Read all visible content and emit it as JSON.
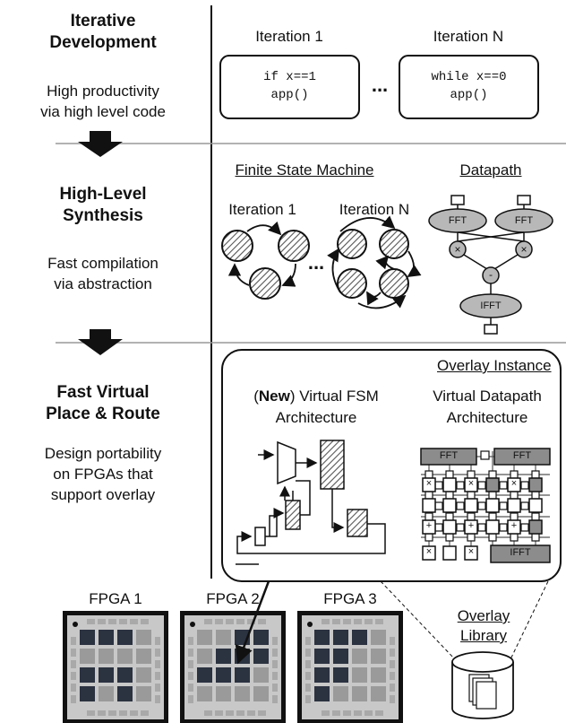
{
  "left": {
    "s1_title": [
      "Iterative",
      "Development"
    ],
    "s1_desc": [
      "High productivity",
      "via high level code"
    ],
    "s2_title": [
      "High-Level",
      "Synthesis"
    ],
    "s2_desc": [
      "Fast compilation",
      "via abstraction"
    ],
    "s3_title": [
      "Fast Virtual",
      "Place & Route"
    ],
    "s3_desc": [
      "Design portability",
      "on FPGAs that",
      "support overlay"
    ]
  },
  "dev": {
    "iter1": "Iteration 1",
    "iterN": "Iteration N",
    "code1": [
      "if x==1",
      "app()"
    ],
    "codeN": [
      "while x==0",
      "app()"
    ],
    "ellipsis": "..."
  },
  "hls": {
    "fsm_title": "Finite State Machine",
    "datapath_title": "Datapath",
    "iter1": "Iteration 1",
    "iterN": "Iteration N",
    "ellipsis": "...",
    "nodes": {
      "fft": "FFT",
      "mul": "×",
      "sub": "-",
      "ifft": "IFFT"
    }
  },
  "overlay": {
    "title": "Overlay Instance",
    "fsm_bold": "New",
    "fsm_rest": ") Virtual FSM",
    "fsm_paren": "(",
    "fsm_line2": "Architecture",
    "dp_line1": "Virtual Datapath",
    "dp_line2": "Architecture",
    "grid": {
      "fft": "FFT",
      "ifft": "IFFT",
      "mul": "×",
      "add": "+"
    },
    "library": [
      "Overlay",
      "Library"
    ]
  },
  "fpgas": [
    "FPGA 1",
    "FPGA 2",
    "FPGA 3"
  ],
  "colors": {
    "dark_block": "#2b3240",
    "chip_gray": "#c8c8c8",
    "pad_gray": "#a9a9a9",
    "node_gray": "#b8b8b8"
  }
}
